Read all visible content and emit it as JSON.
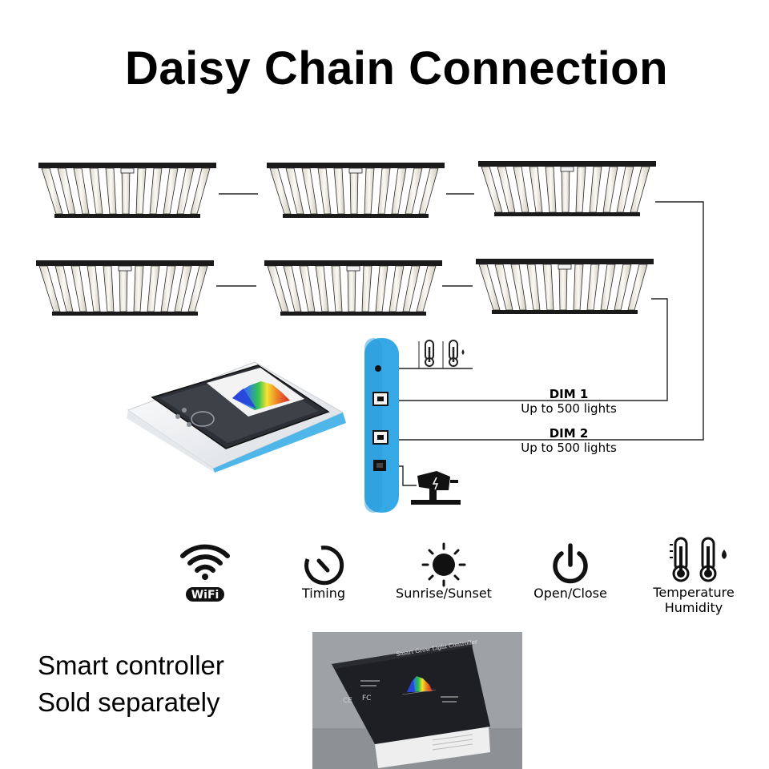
{
  "title": "Daisy Chain Connection",
  "lights": {
    "row1": [
      "grow-light-1",
      "grow-light-2",
      "grow-light-3"
    ],
    "row2": [
      "grow-light-4",
      "grow-light-5",
      "grow-light-6"
    ]
  },
  "controller": {
    "ports": [
      "sensor-port",
      "dim1-port",
      "dim2-port",
      "power-port"
    ]
  },
  "dim_channels": [
    {
      "name": "DIM 1",
      "capacity": "Up to 500 lights"
    },
    {
      "name": "DIM 2",
      "capacity": "Up to 500 lights"
    }
  ],
  "features": [
    {
      "icon": "wifi-icon",
      "label": "",
      "badge": "WiFi"
    },
    {
      "icon": "timer-icon",
      "label": "Timing"
    },
    {
      "icon": "sun-icon",
      "label": "Sunrise/Sunset"
    },
    {
      "icon": "power-icon",
      "label": "Open/Close"
    },
    {
      "icon": "thermometer-humidity-icon",
      "label": "Temperature",
      "label2": "Humidity"
    }
  ],
  "note": {
    "line1": "Smart controller",
    "line2": "Sold separately"
  },
  "product_box": {
    "title": "Smart Grow Light Controller",
    "marks": [
      "CE",
      "FC"
    ]
  },
  "colors": {
    "controller_blue": "#35a9e6",
    "light_frame": "#1a1a1a",
    "light_bar": "#f4f1e6",
    "box_dark": "#1e1f24"
  }
}
